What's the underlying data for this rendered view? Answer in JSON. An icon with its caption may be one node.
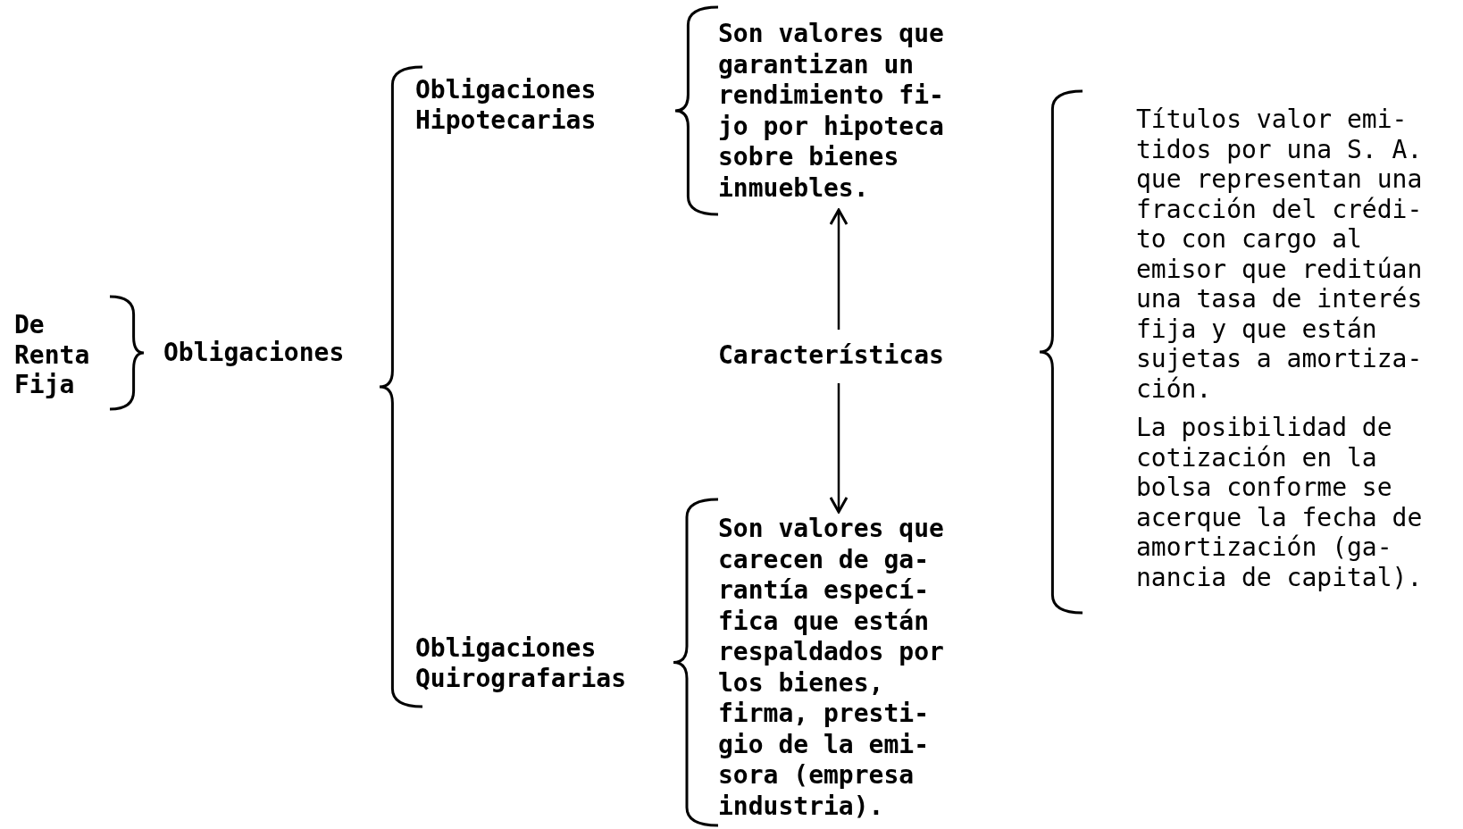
{
  "diagram": {
    "nodes": [
      {
        "text": [
          "Son valores que garantizan un rendimiento fi- jo por hipoteca sobre bienes inmuebles."
        ]
      },
      {
        "text": [
          "Características"
        ]
      },
      {
        "text": [
          "Son valores que carecen de ga- rantía especí- fica que están respaldados por los bienes, firma, presti- gio de la emi- sora (empresa industria)."
        ]
      }
    ],
    "edges": [
      {
        "from": 1,
        "to": 0,
        "arrow": "to"
      },
      {
        "from": 1,
        "to": 2,
        "arrow": "to"
      }
    ],
    "labels": [
      "De Renta Fija",
      "Obligaciones",
      "Obligaciones Hipotecarias",
      "Obligaciones Quirografarias",
      "Títulos valor emi- tidos por una S. A. que representan una fracción del crédi- to con cargo al emisor que reditúan una tasa de interés fija y que están sujetas a amortiza- ción.",
      "La posibilidad de cotización en la bolsa conforme se acerque la fecha de amortización (ga- nancia de capital)."
    ]
  }
}
